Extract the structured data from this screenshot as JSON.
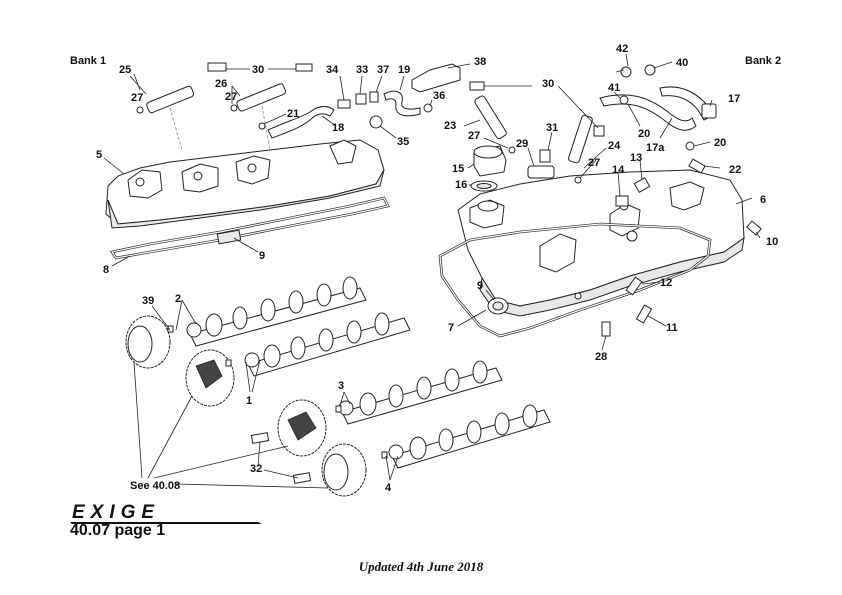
{
  "headings": {
    "bank1": "Bank 1",
    "bank2": "Bank 2"
  },
  "logo_text": "EXIGE",
  "page_ref": "40.07 page 1",
  "updated_note": "Updated 4th June 2018",
  "callouts": {
    "c1": "1",
    "c2": "2",
    "c3": "3",
    "c4": "4",
    "c5": "5",
    "c6": "6",
    "c7": "7",
    "c8": "8",
    "c9a": "9",
    "c9b": "9",
    "c10": "10",
    "c11": "11",
    "c12": "12",
    "c13": "13",
    "c14": "14",
    "c15": "15",
    "c16": "16",
    "c17": "17",
    "c17a": "17a",
    "c18": "18",
    "c19": "19",
    "c20a": "20",
    "c20b": "20",
    "c21": "21",
    "c22": "22",
    "c23": "23",
    "c24": "24",
    "c25": "25",
    "c26": "26",
    "c27a": "27",
    "c27b": "27",
    "c27c": "27",
    "c27d": "27",
    "c28": "28",
    "c29": "29",
    "c30a": "30",
    "c30b": "30",
    "c31": "31",
    "c32": "32",
    "c33": "33",
    "c34": "34",
    "c35": "35",
    "c36": "36",
    "c37": "37",
    "c38": "38",
    "c39": "39",
    "c40": "40",
    "c41": "41",
    "c42": "42",
    "see": "See 40.08"
  }
}
